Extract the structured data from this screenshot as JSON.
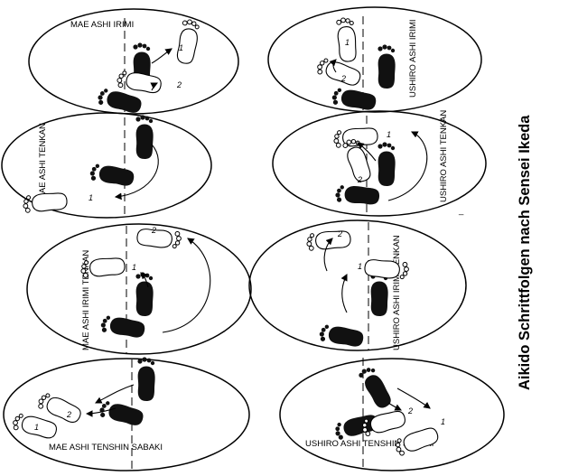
{
  "title": "Aikido Schrittfolgen nach Sensei Ikeda",
  "techniques": [
    {
      "label": "MAE ASHI IRIMI"
    },
    {
      "label": "USHIRO ASHI IRIMI"
    },
    {
      "label": "MAE ASHI TENKAN"
    },
    {
      "label": "USHIRO ASHI TENKAN"
    },
    {
      "label": "MAE ASHI IRIMI TENKAN"
    },
    {
      "label": "USHIRO ASHI IRIMI TENKAN"
    },
    {
      "label": "MAE ASHI TENSHIN SABAKI"
    },
    {
      "label": "USHIRO ASHI TENSHIN SABAKI"
    }
  ],
  "step_labels": {
    "one": "1",
    "two": "2"
  },
  "stray_mark": "_"
}
